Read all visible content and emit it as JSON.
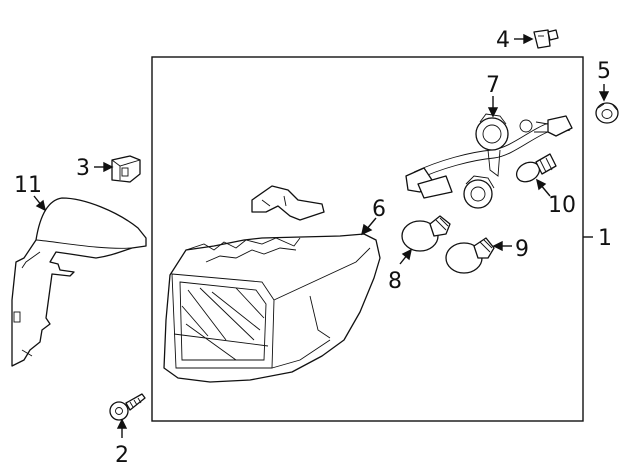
{
  "callouts": {
    "c1": "1",
    "c2": "2",
    "c3": "3",
    "c4": "4",
    "c5": "5",
    "c6": "6",
    "c7": "7",
    "c8": "8",
    "c9": "9",
    "c10": "10",
    "c11": "11"
  },
  "parts": {
    "p1": "lamp-assembly-box",
    "p2": "screw",
    "p3": "connector",
    "p4": "clip",
    "p5": "grommet-nut",
    "p6": "lamp-housing",
    "p7": "socket-wire-harness",
    "p8": "bulb",
    "p9": "bulb",
    "p10": "bulb-small",
    "p11": "side-cover-bracket"
  },
  "colors": {
    "ink": "#111111",
    "background": "#ffffff"
  }
}
